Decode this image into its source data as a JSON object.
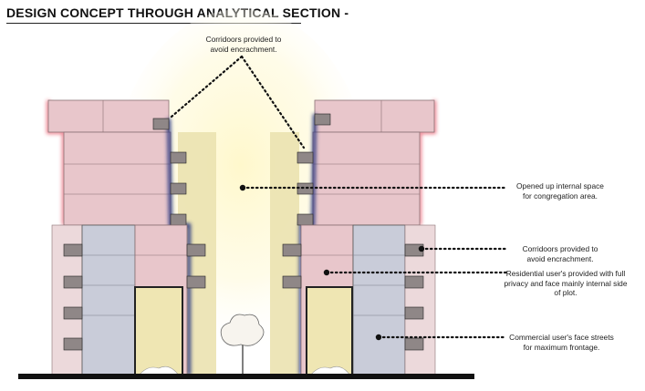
{
  "title": "DESIGN CONCEPT THROUGH ANALYTICAL SECTION -",
  "annotations": {
    "top_corridors": "Corridoors provided to\navoid encrachment.",
    "internal_space": "Opened up internal space\nfor congregation area.",
    "right_corridors": "Corridoors provided to\navoid encrachment.",
    "residential": "Residential user's provided with full\nprivacy and face mainly internal side\nof plot.",
    "commercial": "Commercial user's face streets\nfor maximum frontage."
  },
  "colors": {
    "residential_block": "#e8c6cb",
    "commercial_block": "#c9ccd9",
    "retail_bay": "#efe6b3",
    "courtyard_column": "#e6dcaa",
    "corridor_glow": "#1f2a6e",
    "edge_glow": "#e8596a",
    "light_glow": "#fff6c0",
    "ground": "#111111",
    "balcony": "#8f8787"
  }
}
